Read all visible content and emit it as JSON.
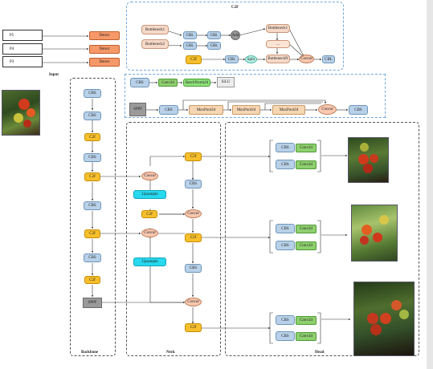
{
  "labels": {
    "c2f_title": "C2F",
    "input": "Input",
    "backbone": "Backbone",
    "neck": "Neck",
    "head": "Head",
    "p5": "P5",
    "p4": "P4",
    "p3": "P3",
    "detect": "Detect",
    "cbs": "CBS",
    "c2f": "C2f",
    "conv2d": "Conv2d",
    "batchnorm": "BatchNorm2d",
    "silu": "SiLU",
    "sppf": "SPPF",
    "maxpool": "MaxPool2d",
    "concat": "Concat",
    "upsample": "Upsample",
    "bottleneck1": "Bottleneck1",
    "bottleneck2": "Bottleneck2",
    "bottleneckn": "BottleneckN",
    "split": "Split",
    "add": "Add",
    "cbl": "CBL",
    "ellipsis": "..."
  },
  "colors": {
    "cbs": "#b8d1e8",
    "c2f": "#f6bf2b",
    "conv2d": "#8ed06e",
    "upsample": "#27d8ee",
    "concat": "#f8c8b0",
    "detect": "#f69868",
    "sppf": "#9a9a9a",
    "blue_dash": "#6fa8dc"
  },
  "icons": [
    "tomato-photo",
    "arrow"
  ]
}
